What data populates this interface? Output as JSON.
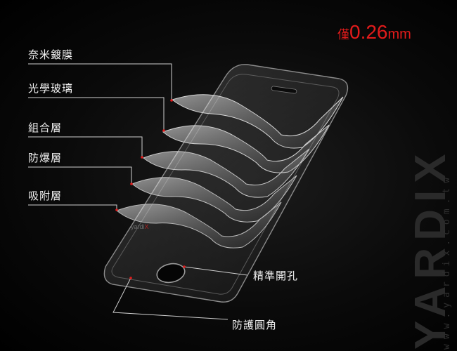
{
  "thickness": {
    "prefix": "僅",
    "value": "0.26",
    "unit": "mm"
  },
  "layers": [
    {
      "label": "奈米鍍膜"
    },
    {
      "label": "光學玻璃"
    },
    {
      "label": "組合層"
    },
    {
      "label": "防爆層"
    },
    {
      "label": "吸附層"
    }
  ],
  "callouts": {
    "hole": "精準開孔",
    "corner": "防護圓角"
  },
  "watermark": {
    "text": "yardi",
    "accent": "X"
  },
  "brand": {
    "logo": "YARDIX",
    "url": "www.yardix.com.tw"
  },
  "colors": {
    "accent": "#e21b1b",
    "text": "#f2f2f2"
  }
}
